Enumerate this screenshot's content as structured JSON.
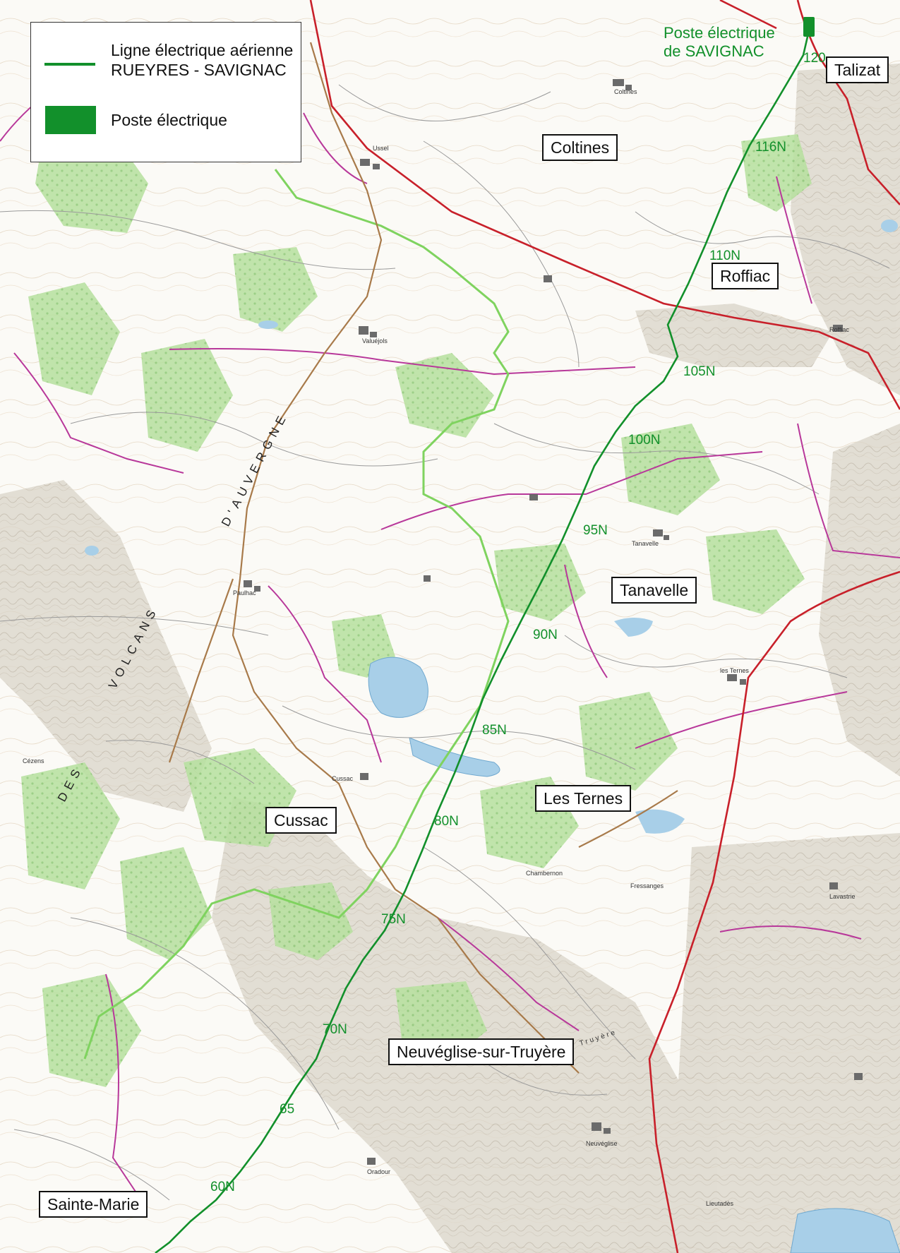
{
  "legend": {
    "line_label_1": "Ligne électrique aérienne",
    "line_label_2": "RUEYRES - SAVIGNAC",
    "station_label": "Poste électrique"
  },
  "station": {
    "label_1": "Poste électrique",
    "label_2": "de SAVIGNAC"
  },
  "places": {
    "talizat": "Talizat",
    "coltines": "Coltines",
    "roffiac": "Roffiac",
    "tanavelle": "Tanavelle",
    "les_ternes": "Les Ternes",
    "cussac": "Cussac",
    "neuveglise": "Neuvéglise-sur-Truyère",
    "sainte_marie": "Sainte-Marie"
  },
  "pylons": {
    "p120": "120",
    "p116": "116N",
    "p110": "110N",
    "p105": "105N",
    "p100": "100N",
    "p95": "95N",
    "p90": "90N",
    "p85": "85N",
    "p80": "80N",
    "p75": "75N",
    "p70": "70N",
    "p65": "65",
    "p60": "60N"
  },
  "map_text": {
    "ussel": "Ussel",
    "coltines_small": "Coltines",
    "valuejols": "Valuéjols",
    "paulhac": "Paulhac",
    "lavastrie": "Lavastrie",
    "neuveglise_small": "Neuvéglise",
    "oradour": "Oradour",
    "cezens": "Cézens",
    "roffiac_small": "Roffiac",
    "tanavelle_small": "Tanavelle",
    "les_ternes_small": "les Ternes",
    "cussac_small": "Cussac",
    "chambernon": "Chambernon",
    "fressanges": "Fressanges",
    "lieutadès": "Lieutadès",
    "region_1": "VOLCANS",
    "region_2": "D'AUVERGNE",
    "region_3": "DES",
    "river": "Truyère"
  },
  "colors": {
    "line_green": "#12902b",
    "road_red": "#c8202a",
    "commune_magenta": "#b8389a",
    "forest_green": "#9ed686",
    "water_blue": "#a8cfe8",
    "route_brown": "#a87a4a"
  }
}
